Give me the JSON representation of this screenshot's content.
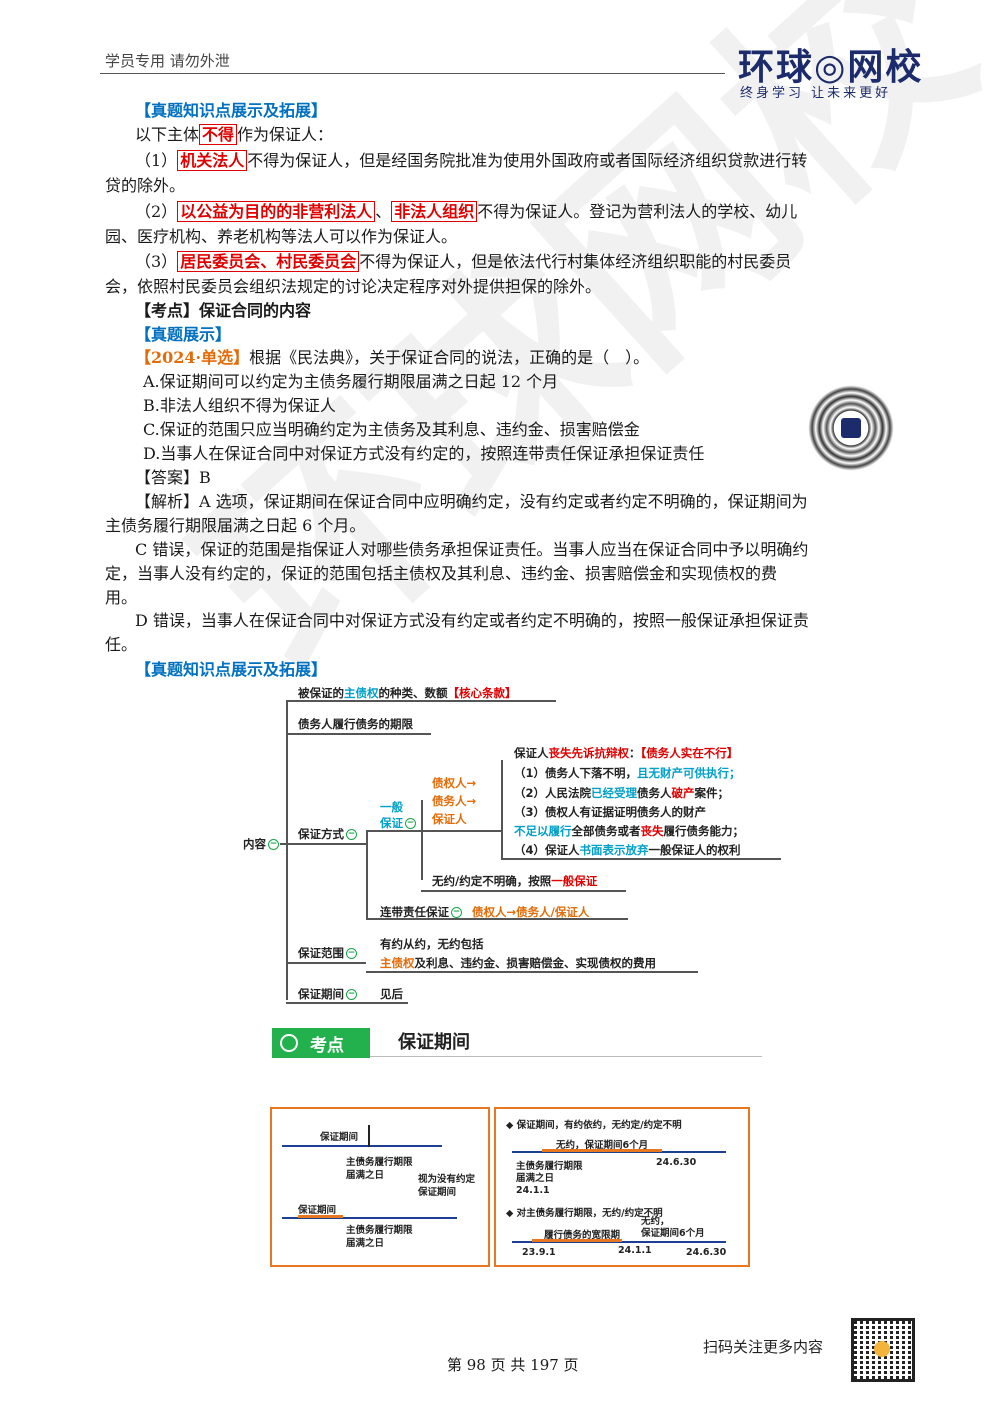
{
  "header": {
    "left_text": "学员专用 请勿外泄",
    "logo_main": "环球◎网校",
    "logo_sub": "终身学习 让未来更好"
  },
  "watermark": "环球网校",
  "section1": {
    "heading": "【真题知识点展示及拓展】",
    "intro_pre": "以下主体",
    "intro_key": "不得",
    "intro_post": "作为保证人：",
    "item1_num": "（1）",
    "item1_key": "机关法人",
    "item1_rest_a": "不得为保证人，但是经国务院批准为使用外国政府或者国际经济组织贷款进行转",
    "item1_rest_b": "贷的除外。",
    "item2_num": "（2）",
    "item2_key1": "以公益为目的的非营利法人",
    "item2_sep": "、",
    "item2_key2": "非法人组织",
    "item2_rest_a": "不得为保证人。登记为营利法人的学校、幼儿",
    "item2_rest_b": "园、医疗机构、养老机构等法人可以作为保证人。",
    "item3_num": "（3）",
    "item3_key": "居民委员会、村民委员会",
    "item3_rest_a": "不得为保证人，但是依法代行村集体经济组织职能的村民委员",
    "item3_rest_b": "会，依照村民委员会组织法规定的讨论决定程序对外提供担保的除外。"
  },
  "kaodian1": "【考点】保证合同的内容",
  "zhenti_heading": "【真题展示】",
  "question": {
    "tag": "【2024·单选】",
    "stem": "根据《民法典》，关于保证合同的说法，正确的是（　）。",
    "options": [
      "A.保证期间可以约定为主债务履行期限届满之日起 12 个月",
      "B.非法人组织不得为保证人",
      "C.保证的范围只应当明确约定为主债务及其利息、违约金、损害赔偿金",
      "D.当事人在保证合同中对保证方式没有约定的，按照连带责任保证承担保证责任"
    ],
    "answer": "【答案】B",
    "analysis1a": "【解析】A 选项，保证期间在保证合同中应明确约定，没有约定或者约定不明确的，保证期间为",
    "analysis1b": "主债务履行期限届满之日起 6  个月。",
    "analysis2a": "C 错误，保证的范围是指保证人对哪些债务承担保证责任。当事人应当在保证合同中予以明确约",
    "analysis2b": "定，当事人没有约定的，保证的范围包括主债权及其利息、违约金、损害赔偿金和实现债权的费",
    "analysis2c": "用。",
    "analysis3a": "D 错误，当事人在保证合同中对保证方式没有约定或者约定不明确的，按照一般保证承担保证责",
    "analysis3b": "任。"
  },
  "section2_heading": "【真题知识点展示及拓展】",
  "mindmap": {
    "root": "内容",
    "n1_a": "被保证的",
    "n1_b": "主债权",
    "n1_c": "的种类、数额",
    "n1_d": "【核心条款】",
    "n2": "债务人履行债务的期限",
    "n3": "保证方式",
    "n3_general_a": "一般",
    "n3_general_b": "保证",
    "n3_order_a": "债权人→",
    "n3_order_b": "债务人→",
    "n3_order_c": "保证人",
    "defense_title_a": "保证人",
    "defense_title_b": "丧失先诉抗辩权",
    "defense_title_c": "：",
    "defense_title_d": "【债务人实在不行】",
    "d1_a": "（1）债务人下落不明，",
    "d1_b": "且无财产可供执行；",
    "d2_a": "（2）人民法院",
    "d2_b": "已经受理",
    "d2_c": "债务人",
    "d2_d": "破产",
    "d2_e": "案件；",
    "d3": "（3）债权人有证据证明债务人的财产",
    "d3b_a": "不足以履行",
    "d3b_b": "全部债务或者",
    "d3b_c": "丧失",
    "d3b_d": "履行债务能力；",
    "d4_a": "（4）保证人",
    "d4_b": "书面表示放弃",
    "d4_c": "一般保证人的权利",
    "default_a": "无约/约定不明确，按照",
    "default_b": "一般保证",
    "joint_a": "连带责任保证",
    "joint_b": "债权人→债务人/保证人",
    "n4": "保证范围",
    "scope_a": "有约从约，无约包括",
    "scope_b": "主债权",
    "scope_c": "及利息、违约金、损害赔偿金、实现债权的费用",
    "n5": "保证期间",
    "n5_leaf": "见后"
  },
  "kaodian2": {
    "tag": "考点",
    "title": "保证期间"
  },
  "timeline_left": {
    "label1": "保证期间",
    "label2a": "主债务履行期限",
    "label2b": "届满之日",
    "label3a": "视为没有约定",
    "label3b": "保证期间",
    "label4": "保证期间",
    "label5a": "主债务履行期限",
    "label5b": "届满之日"
  },
  "timeline_right": {
    "title1": "保证期间，有约依约，无约定/约定不明",
    "t1_label": "无约，保证期间6个月",
    "t1_date_end": "24.6.30",
    "t1_main_a": "主债务履行期限",
    "t1_main_b": "届满之日",
    "t1_date_start": "24.1.1",
    "title2": "对主债务履行期限，无约/约定不明",
    "t2_grace": "履行债务的宽限期",
    "t2_none_a": "无约，",
    "t2_none_b": "保证期间6个月",
    "t2_d1": "23.9.1",
    "t2_d2": "24.1.1",
    "t2_d3": "24.6.30"
  },
  "footer": {
    "page": "第 98 页 共 197 页",
    "scan": "扫码关注更多内容"
  }
}
